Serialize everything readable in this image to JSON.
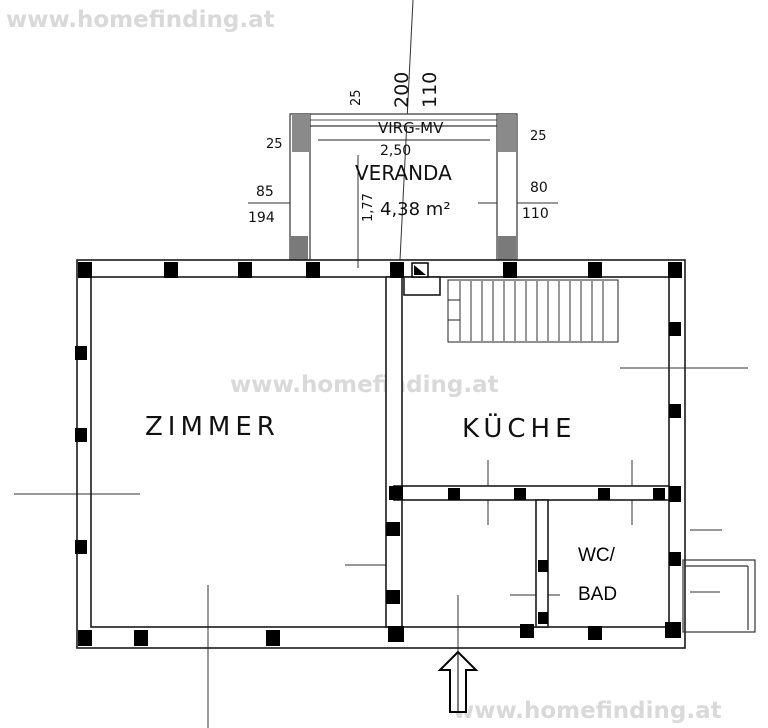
{
  "watermark": "www.homefinding.at",
  "rooms": {
    "veranda": "VERANDA",
    "veranda_area": "4,38 m²",
    "zimmer": "ZIMMER",
    "kueche": "KÜCHE",
    "wc": "WC/",
    "bad": "BAD"
  },
  "dimensions": {
    "top_200": "200",
    "top_110": "110",
    "d25_top": "25",
    "d25_left": "25",
    "d25_right": "25",
    "d250": "2,50",
    "d177": "1,77",
    "d85": "85",
    "d194": "194",
    "d80": "80",
    "d110": "110",
    "top_note": "VIRG-MV"
  },
  "colors": {
    "wall": "#1a1a1a",
    "pillar": "#000000",
    "veranda_wall": "#8a8a8a",
    "watermark": "#d9d9d9"
  }
}
